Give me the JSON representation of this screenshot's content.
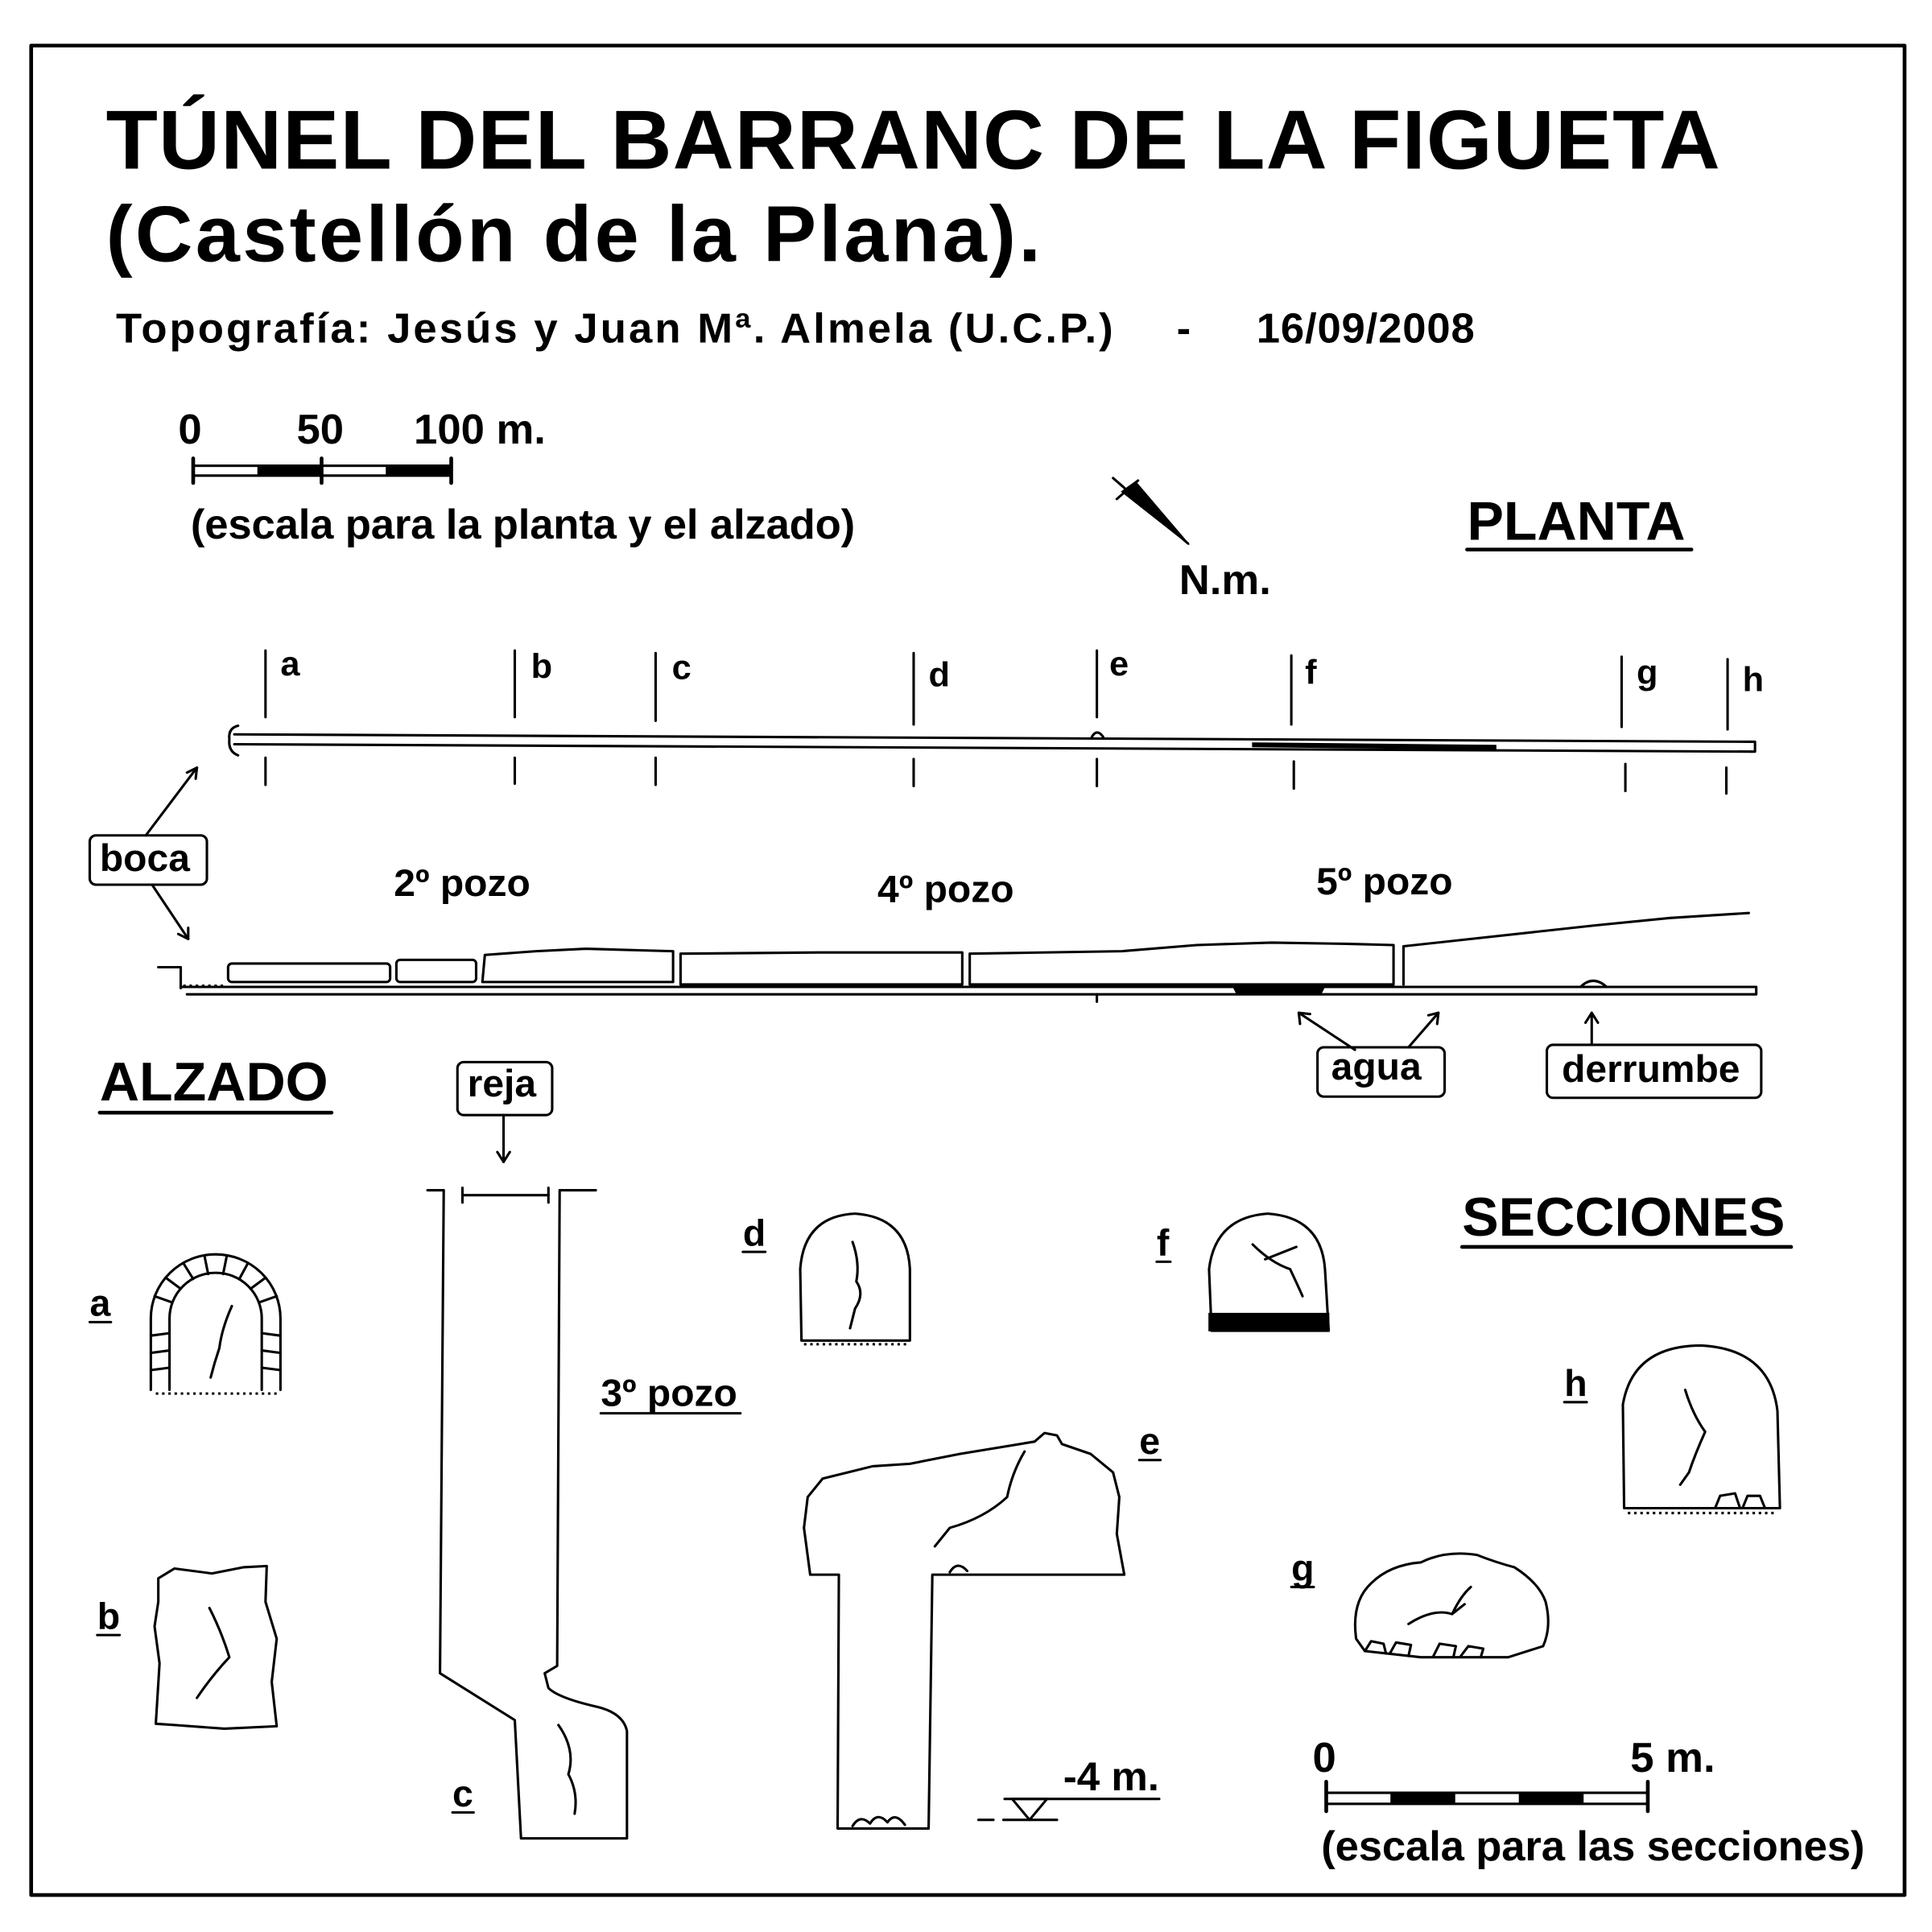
{
  "colors": {
    "ink": "#000000",
    "paper": "#ffffff"
  },
  "title": {
    "line1": "TÚNEL DEL BARRANC DE LA FIGUETA",
    "line2": "(Castellón de la Plana)."
  },
  "credits": {
    "authors": "Topografía: Jesús y Juan Mª. Almela (U.C.P.)",
    "separator": "-",
    "date": "16/09/2008"
  },
  "plan_scale": {
    "labels": [
      "0",
      "50",
      "100 m."
    ],
    "caption": "(escala para la planta y el alzado)"
  },
  "north": {
    "label": "N.m.",
    "icon": "north-arrow-icon"
  },
  "plan": {
    "heading": "PLANTA",
    "section_marks": [
      "a",
      "b",
      "c",
      "d",
      "e",
      "f",
      "g",
      "h"
    ]
  },
  "elevation": {
    "heading": "ALZADO",
    "shafts": [
      "2º pozo",
      "4º pozo",
      "5º pozo"
    ],
    "callouts": {
      "entrance": "boca",
      "grate": "reja",
      "water": "agua",
      "collapse": "derrumbe"
    }
  },
  "sections": {
    "heading": "SECCIONES",
    "labels": [
      "a",
      "b",
      "c",
      "d",
      "e",
      "f",
      "g",
      "h"
    ],
    "shaft_label": "3º pozo",
    "depth": "-4 m."
  },
  "section_scale": {
    "labels": [
      "0",
      "5 m."
    ],
    "caption": "(escala para las secciones)"
  }
}
